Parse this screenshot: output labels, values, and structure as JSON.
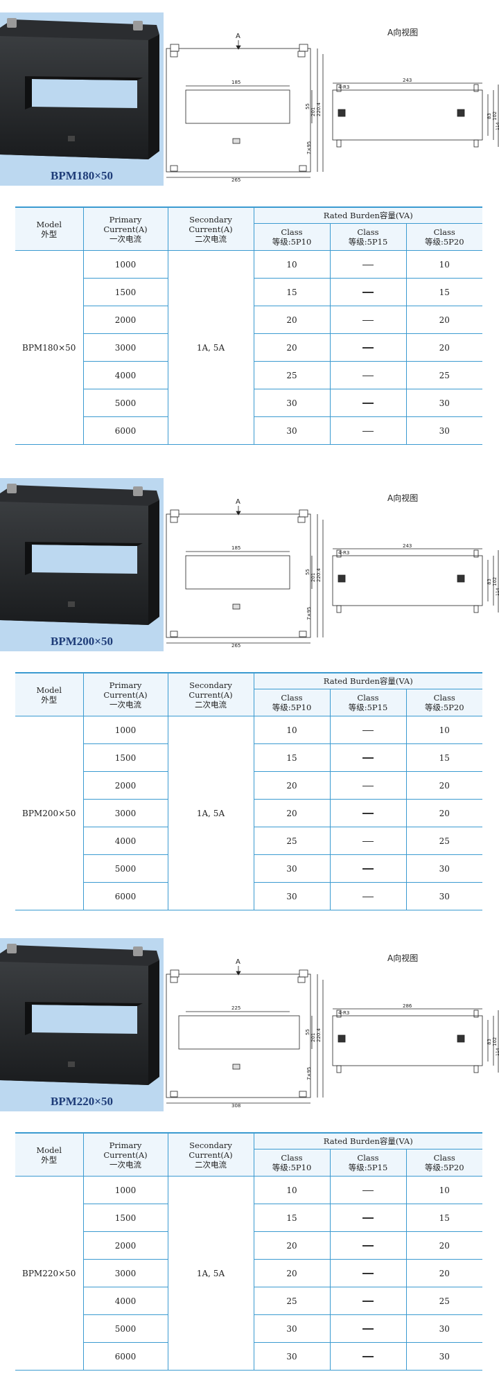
{
  "header": {
    "model": "Model",
    "model_cn": "外型",
    "primary": "Primary",
    "primary_unit": "Current(A)",
    "primary_cn": "一次电流",
    "secondary": "Secondary",
    "secondary_unit": "Current(A)",
    "secondary_cn": "二次电流",
    "rated_burden": "Rated Burden容量(VA)",
    "classes": [
      {
        "label": "Class",
        "cn": "等级:5P10"
      },
      {
        "label": "Class",
        "cn": "等级:5P15"
      },
      {
        "label": "Class",
        "cn": "等级:5P20"
      }
    ]
  },
  "view_label": "A向视图",
  "arrow_label": "A",
  "sections": [
    {
      "model": "BPM180×50",
      "secondary": "1A, 5A",
      "dims": {
        "width": "265",
        "window": "185",
        "side_len": "243",
        "r": "4-R3",
        "h1": "220.4",
        "h2": "201",
        "h3": "55",
        "h4": "7×95",
        "s1": "83",
        "s2": "102",
        "s3": "114"
      },
      "rows": [
        {
          "primary": "1000",
          "c10": "10",
          "c15": "dash",
          "c20": "10"
        },
        {
          "primary": "1500",
          "c10": "15",
          "c15": "dashb",
          "c20": "15"
        },
        {
          "primary": "2000",
          "c10": "20",
          "c15": "dash",
          "c20": "20"
        },
        {
          "primary": "3000",
          "c10": "20",
          "c15": "dashb",
          "c20": "20"
        },
        {
          "primary": "4000",
          "c10": "25",
          "c15": "dash",
          "c20": "25"
        },
        {
          "primary": "5000",
          "c10": "30",
          "c15": "dashb",
          "c20": "30"
        },
        {
          "primary": "6000",
          "c10": "30",
          "c15": "dash",
          "c20": "30"
        }
      ]
    },
    {
      "model": "BPM200×50",
      "secondary": "1A, 5A",
      "dims": {
        "width": "265",
        "window": "185",
        "side_len": "243",
        "r": "4-R3",
        "h1": "220.4",
        "h2": "201",
        "h3": "55",
        "h4": "7×95",
        "s1": "83",
        "s2": "102",
        "s3": "114"
      },
      "rows": [
        {
          "primary": "1000",
          "c10": "10",
          "c15": "dash",
          "c20": "10"
        },
        {
          "primary": "1500",
          "c10": "15",
          "c15": "dashb",
          "c20": "15"
        },
        {
          "primary": "2000",
          "c10": "20",
          "c15": "dash",
          "c20": "20"
        },
        {
          "primary": "3000",
          "c10": "20",
          "c15": "dashb",
          "c20": "20"
        },
        {
          "primary": "4000",
          "c10": "25",
          "c15": "dash",
          "c20": "25"
        },
        {
          "primary": "5000",
          "c10": "30",
          "c15": "dashb",
          "c20": "30"
        },
        {
          "primary": "6000",
          "c10": "30",
          "c15": "dash",
          "c20": "30"
        }
      ]
    },
    {
      "model": "BPM220×50",
      "secondary": "1A, 5A",
      "dims": {
        "width": "308",
        "window": "225",
        "side_len": "286",
        "r": "4-R3",
        "h1": "220.4",
        "h2": "201",
        "h3": "55",
        "h4": "7×95",
        "s1": "83",
        "s2": "102",
        "s3": "114"
      },
      "rows": [
        {
          "primary": "1000",
          "c10": "10",
          "c15": "dash",
          "c20": "10"
        },
        {
          "primary": "1500",
          "c10": "15",
          "c15": "dashb",
          "c20": "15"
        },
        {
          "primary": "2000",
          "c10": "20",
          "c15": "dashb",
          "c20": "20"
        },
        {
          "primary": "3000",
          "c10": "20",
          "c15": "dashb",
          "c20": "20"
        },
        {
          "primary": "4000",
          "c10": "25",
          "c15": "dashb",
          "c20": "25"
        },
        {
          "primary": "5000",
          "c10": "30",
          "c15": "dashb",
          "c20": "30"
        },
        {
          "primary": "6000",
          "c10": "30",
          "c15": "dashb",
          "c20": "30"
        }
      ]
    }
  ]
}
